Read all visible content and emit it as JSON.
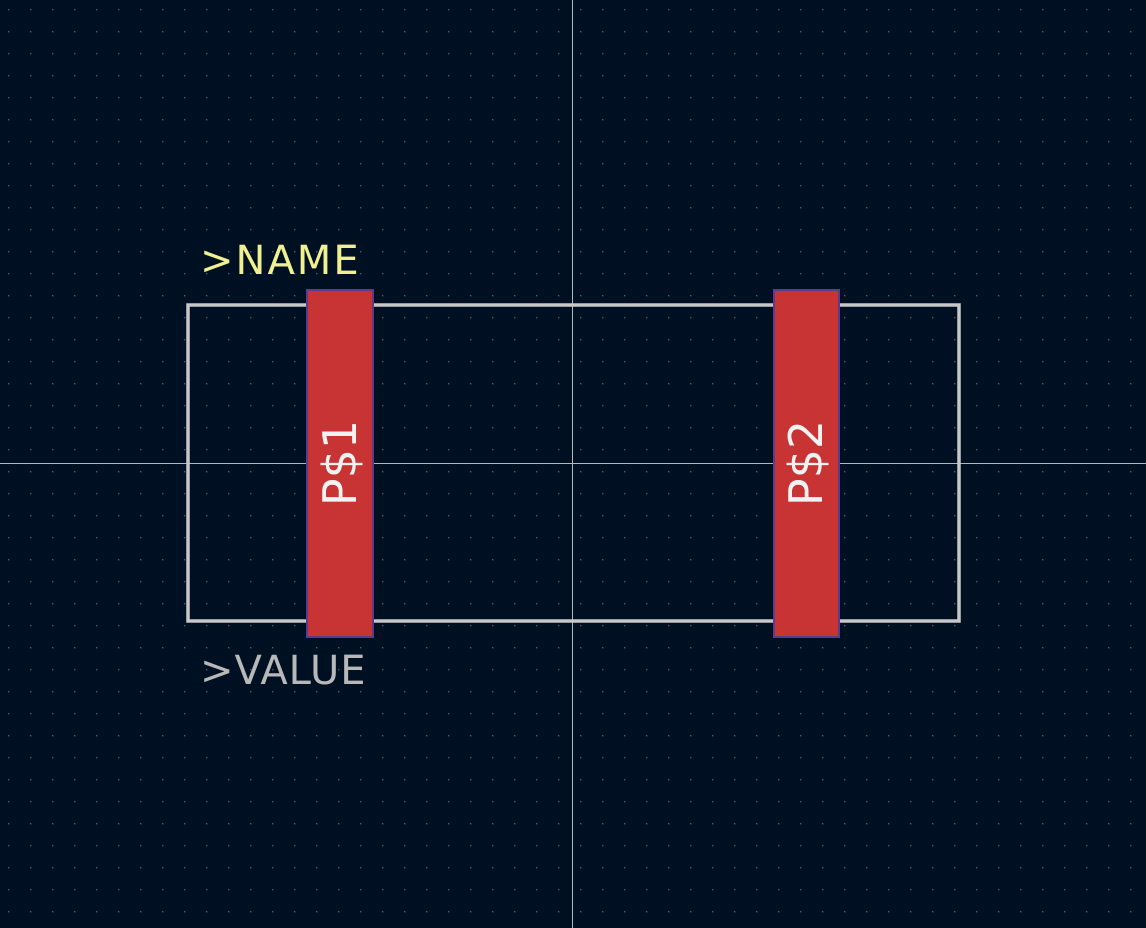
{
  "colors": {
    "background": "#001023",
    "grid_dot": "#4a5a6e",
    "axis": "#b0b8c0",
    "silkscreen": "#c8c8c8",
    "pad_fill": "#c83434",
    "pad_outline": "#5a3c8a",
    "name_text": "#f0f090",
    "value_text": "#b8b8b8",
    "pad_text": "#f2f2f2"
  },
  "labels": {
    "name": ">NAME",
    "value": ">VALUE"
  },
  "pads": [
    {
      "label": "P$1"
    },
    {
      "label": "P$2"
    }
  ]
}
